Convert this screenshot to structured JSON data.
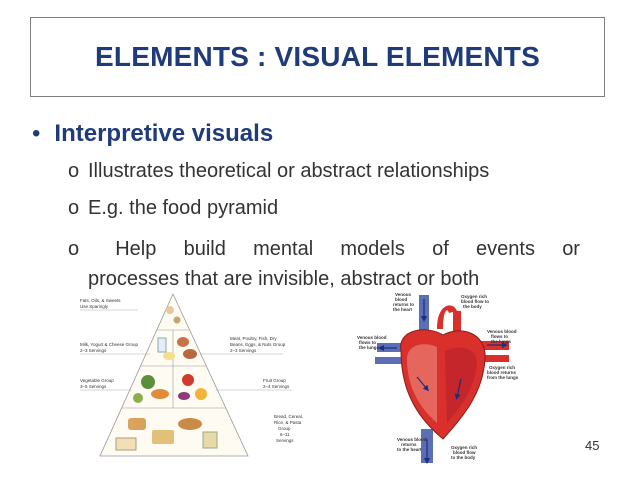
{
  "slide": {
    "title": "ELEMENTS : VISUAL ELEMENTS",
    "main_bullet": "Interpretive visuals",
    "sub_bullets": [
      "Illustrates theoretical or abstract relationships",
      "E.g. the food pyramid"
    ],
    "sub3_words": [
      "Help",
      "build",
      "mental",
      "models",
      "of",
      "events",
      "or"
    ],
    "sub3_line2": "processes that are invisible, abstract or both",
    "page_number": "45"
  },
  "pyramid": {
    "labels": [
      "Fats, Oils, & Sweets",
      "Use Sparingly",
      "Milk, Yogurt & Cheese Group",
      "2–3 Servings",
      "Meat, Poultry, Fish, Dry",
      "Beans, Eggs, & Nuts Group",
      "2–3 Servings",
      "Vegetable Group",
      "3–5 Servings",
      "Fruit Group",
      "2–4 Servings",
      "Bread, Cereal,",
      "Rice, & Pasta",
      "Group",
      "6–11",
      "Servings"
    ]
  },
  "heart": {
    "labels": [
      "Venous",
      "blood",
      "returns to",
      "the heart",
      "Oxygen rich",
      "blood flow to",
      "the body",
      "Venous blood",
      "flows to",
      "the lungs",
      "Venous blood",
      "flows to",
      "the lungs",
      "Oxygen rich",
      "blood returns",
      "from the lungs",
      "Venous blood",
      "returns",
      "to the heart",
      "Oxygen rich",
      "blood flow",
      "to the body"
    ]
  },
  "colors": {
    "title": "#1f3b7a",
    "body_text": "#333333",
    "border": "#7f7f7f",
    "heart_red": "#d9302c",
    "heart_blue": "#5a6fb5"
  }
}
